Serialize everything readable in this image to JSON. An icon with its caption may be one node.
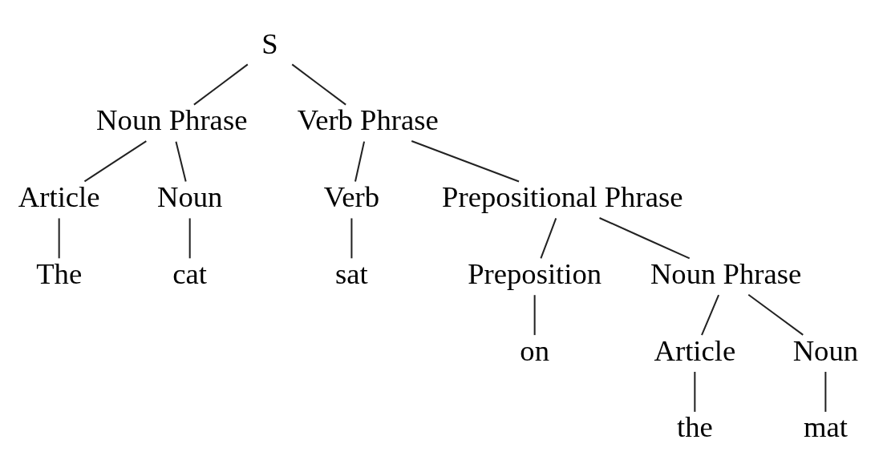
{
  "diagram": {
    "nodes": [
      {
        "text": [
          "S"
        ]
      },
      {
        "text": [
          "Noun Phrase"
        ]
      },
      {
        "text": [
          "Verb Phrase"
        ]
      },
      {
        "text": [
          "Article"
        ]
      },
      {
        "text": [
          "Noun"
        ]
      },
      {
        "text": [
          "Verb"
        ]
      },
      {
        "text": [
          "Prepositional Phrase"
        ]
      },
      {
        "text": [
          "The"
        ]
      },
      {
        "text": [
          "cat"
        ]
      },
      {
        "text": [
          "sat"
        ]
      },
      {
        "text": [
          "Preposition"
        ]
      },
      {
        "text": [
          "Noun Phrase"
        ]
      },
      {
        "text": [
          "on"
        ]
      },
      {
        "text": [
          "Article"
        ]
      },
      {
        "text": [
          "Noun"
        ]
      },
      {
        "text": [
          "the"
        ]
      },
      {
        "text": [
          "mat"
        ]
      }
    ],
    "edges": [
      {
        "from": 0,
        "to": 1,
        "arrow": "none"
      },
      {
        "from": 0,
        "to": 2,
        "arrow": "none"
      },
      {
        "from": 1,
        "to": 3,
        "arrow": "none"
      },
      {
        "from": 1,
        "to": 4,
        "arrow": "none"
      },
      {
        "from": 2,
        "to": 5,
        "arrow": "none"
      },
      {
        "from": 2,
        "to": 6,
        "arrow": "none"
      },
      {
        "from": 3,
        "to": 7,
        "arrow": "none"
      },
      {
        "from": 4,
        "to": 8,
        "arrow": "none"
      },
      {
        "from": 5,
        "to": 9,
        "arrow": "none"
      },
      {
        "from": 6,
        "to": 10,
        "arrow": "none"
      },
      {
        "from": 6,
        "to": 11,
        "arrow": "none"
      },
      {
        "from": 10,
        "to": 12,
        "arrow": "none"
      },
      {
        "from": 11,
        "to": 13,
        "arrow": "none"
      },
      {
        "from": 11,
        "to": 14,
        "arrow": "none"
      },
      {
        "from": 13,
        "to": 15,
        "arrow": "none"
      },
      {
        "from": 14,
        "to": 16,
        "arrow": "none"
      }
    ]
  }
}
